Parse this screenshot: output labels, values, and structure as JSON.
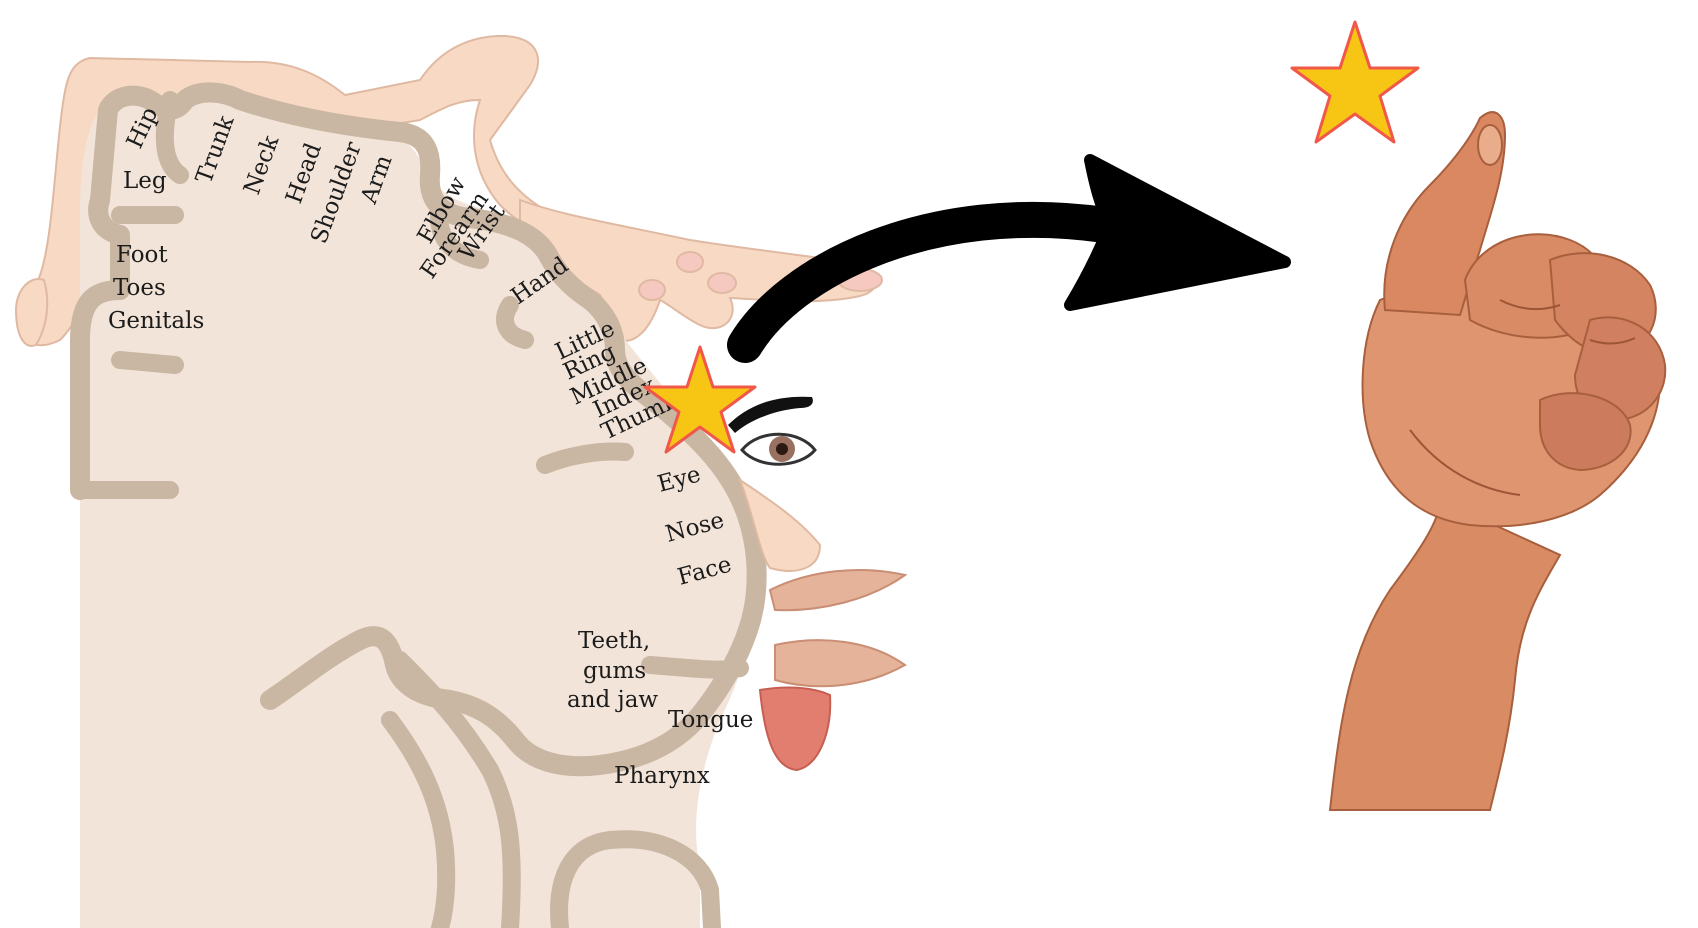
{
  "diagram": {
    "homunculus_labels": {
      "hip": "Hip",
      "leg": "Leg",
      "trunk": "Trunk",
      "neck": "Neck",
      "head": "Head",
      "shoulder": "Shoulder",
      "arm": "Arm",
      "elbow": "Elbow",
      "forearm": "Forearm",
      "wrist": "Wrist",
      "foot": "Foot",
      "toes": "Toes",
      "genitals": "Genitals",
      "hand": "Hand",
      "little": "Little",
      "ring": "Ring",
      "middle": "Middle",
      "index": "Index",
      "thumb": "Thumb",
      "eye": "Eye",
      "nose": "Nose",
      "face": "Face",
      "teeth_1": "Teeth,",
      "teeth_2": "gums",
      "teeth_3": "and jaw",
      "tongue": "Tongue",
      "pharynx": "Pharynx"
    },
    "colors": {
      "brain_fill": "#f2e4d8",
      "cortex_outline": "#c9b6a3",
      "skin": "#f7d9c4",
      "star_fill": "#f7c514",
      "star_stroke": "#f0584a",
      "arrow": "#000000",
      "hand_skin": "#d98c64"
    },
    "icons": {
      "stimulus_marker": "star-icon",
      "response_marker": "star-icon",
      "link": "curved-arrow-icon"
    }
  }
}
